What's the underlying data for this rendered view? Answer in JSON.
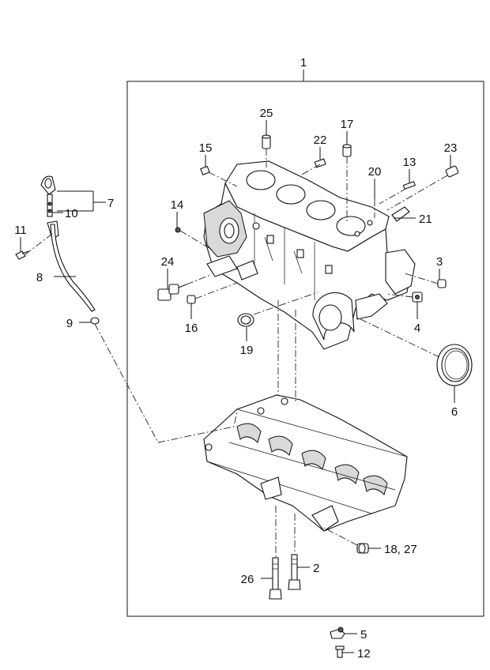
{
  "callouts": {
    "c1": "1",
    "c2": "2",
    "c3": "3",
    "c4": "4",
    "c5": "5",
    "c6": "6",
    "c7": "7",
    "c8": "8",
    "c9": "9",
    "c10": "10",
    "c11": "11",
    "c12": "12",
    "c13": "13",
    "c14": "14",
    "c15": "15",
    "c16": "16",
    "c17": "17",
    "c18_27": "18, 27",
    "c19": "19",
    "c20": "20",
    "c21": "21",
    "c22": "22",
    "c23": "23",
    "c24": "24",
    "c25": "25",
    "c26": "26"
  }
}
